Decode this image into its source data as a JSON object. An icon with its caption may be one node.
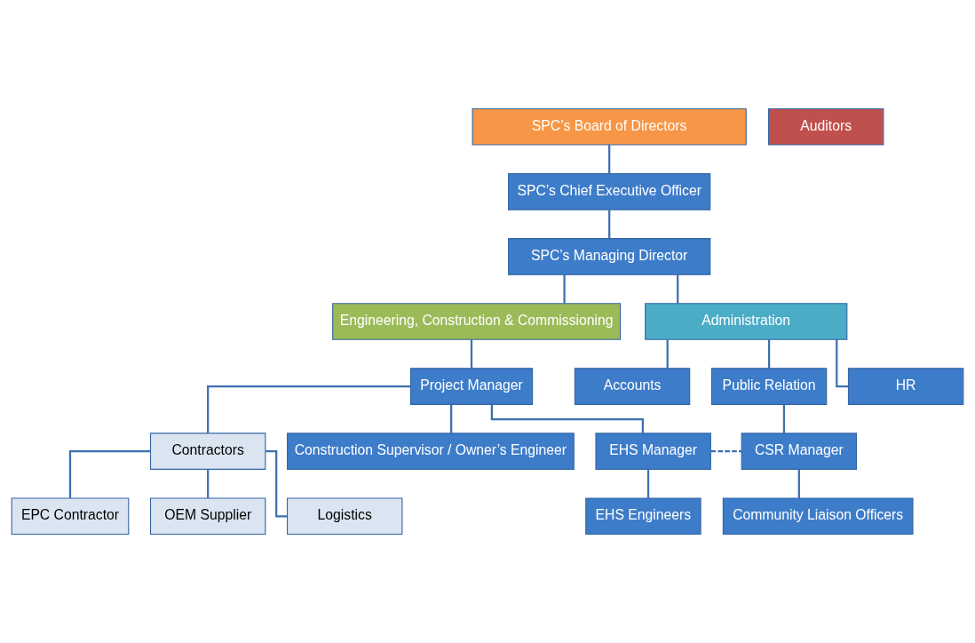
{
  "diagram": {
    "nodes": [
      {
        "text": [
          "SPC’s Board of Directors"
        ]
      },
      {
        "text": [
          "Auditors"
        ]
      },
      {
        "text": [
          "SPC’s Chief Executive Officer"
        ]
      },
      {
        "text": [
          "SPC’s Managing Director"
        ]
      },
      {
        "text": [
          "Engineering, Construction & Commissioning"
        ]
      },
      {
        "text": [
          "Administration"
        ]
      },
      {
        "text": [
          "Project Manager"
        ]
      },
      {
        "text": [
          "Accounts"
        ]
      },
      {
        "text": [
          "Public Relation"
        ]
      },
      {
        "text": [
          "HR"
        ]
      },
      {
        "text": [
          "Contractors"
        ]
      },
      {
        "text": [
          "Construction Supervisor / Owner’s Engineer"
        ]
      },
      {
        "text": [
          "EHS Manager"
        ]
      },
      {
        "text": [
          "CSR Manager"
        ]
      },
      {
        "text": [
          "EPC Contractor"
        ]
      },
      {
        "text": [
          "OEM Supplier"
        ]
      },
      {
        "text": [
          "Logistics"
        ]
      },
      {
        "text": [
          "EHS Engineers"
        ]
      },
      {
        "text": [
          "Community Liaison Officers"
        ]
      }
    ],
    "edges": [
      {
        "from": 0,
        "to": 2,
        "arrow": "none"
      },
      {
        "from": 2,
        "to": 3,
        "arrow": "none"
      },
      {
        "from": 3,
        "to": 4,
        "arrow": "none"
      },
      {
        "from": 3,
        "to": 5,
        "arrow": "none"
      },
      {
        "from": 4,
        "to": 6,
        "arrow": "none"
      },
      {
        "from": 5,
        "to": 7,
        "arrow": "none"
      },
      {
        "from": 5,
        "to": 8,
        "arrow": "none"
      },
      {
        "from": 5,
        "to": 9,
        "arrow": "none"
      },
      {
        "from": 6,
        "to": 10,
        "arrow": "none"
      },
      {
        "from": 6,
        "to": 11,
        "arrow": "none"
      },
      {
        "from": 6,
        "to": 12,
        "arrow": "none"
      },
      {
        "from": 8,
        "to": 13,
        "arrow": "none"
      },
      {
        "from": 12,
        "to": 13,
        "arrow": "none",
        "style": "dashed"
      },
      {
        "from": 10,
        "to": 14,
        "arrow": "none"
      },
      {
        "from": 10,
        "to": 15,
        "arrow": "none"
      },
      {
        "from": 10,
        "to": 16,
        "arrow": "none"
      },
      {
        "from": 12,
        "to": 17,
        "arrow": "none"
      },
      {
        "from": 13,
        "to": 18,
        "arrow": "none"
      }
    ]
  }
}
